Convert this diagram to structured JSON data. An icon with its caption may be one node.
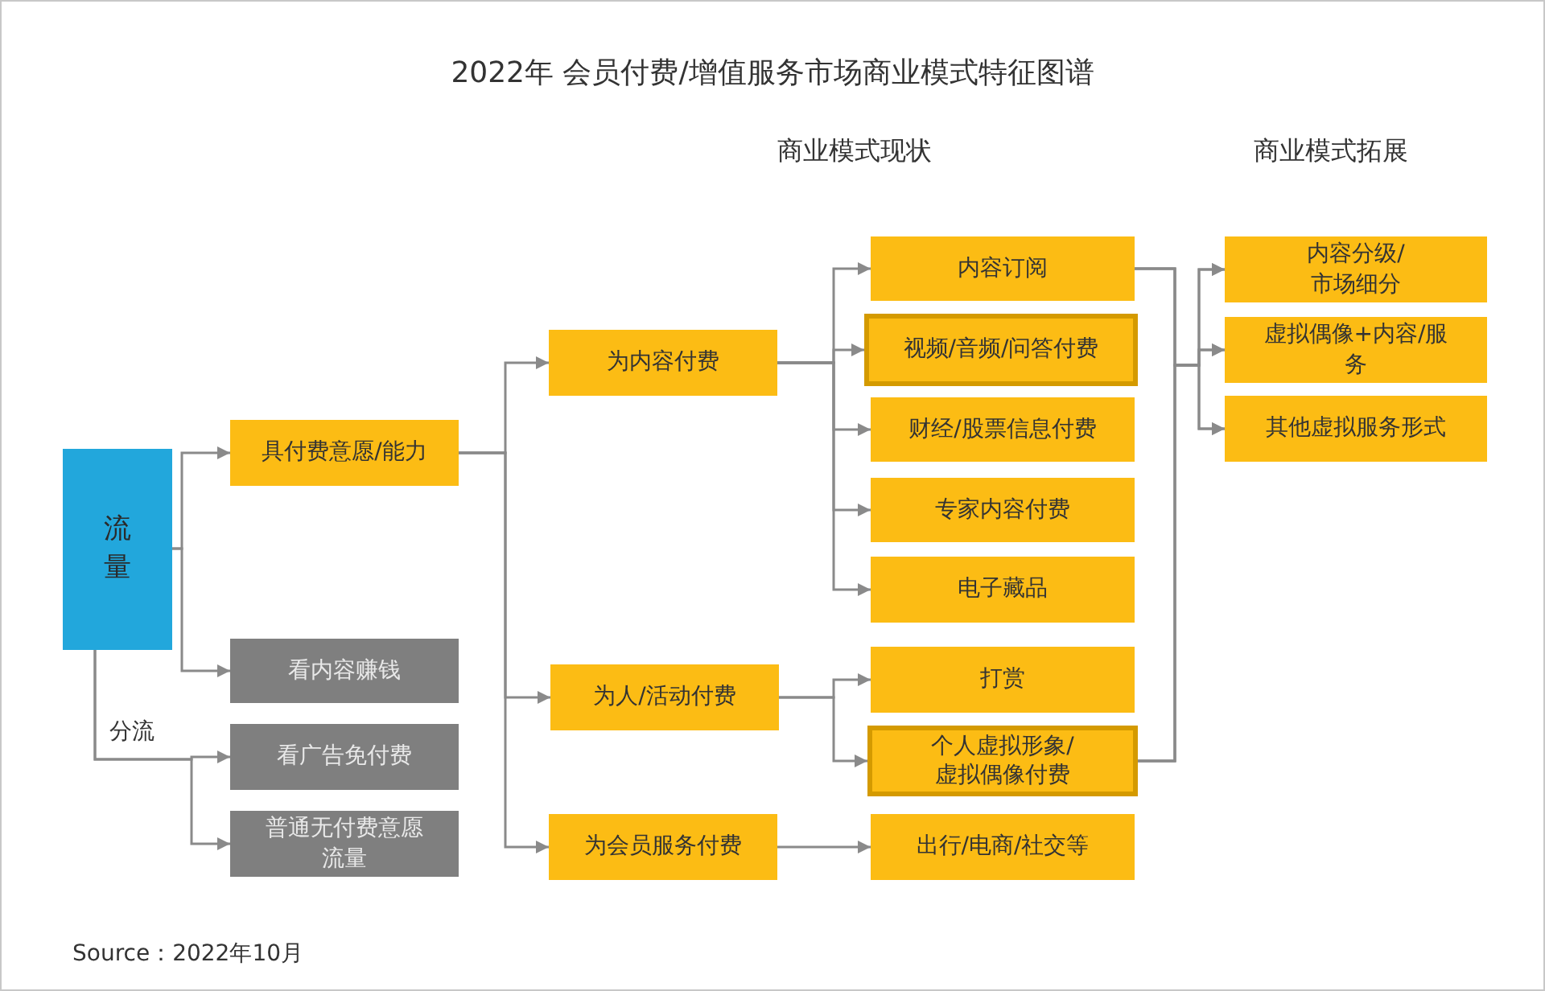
{
  "diagram": {
    "title": "2022年 会员付费/增值服务市场商业模式特征图谱",
    "nodes": [
      {
        "text": [
          "流量"
        ]
      },
      {
        "text": [
          "具付费意愿/能力"
        ]
      },
      {
        "text": [
          "看内容赚钱"
        ]
      },
      {
        "text": [
          "看广告免付费"
        ]
      },
      {
        "text": [
          "普通无付费意愿流量"
        ]
      },
      {
        "text": [
          "为内容付费"
        ]
      },
      {
        "text": [
          "为人/活动付费"
        ]
      },
      {
        "text": [
          "为会员服务付费"
        ]
      },
      {
        "text": [
          "内容订阅"
        ]
      },
      {
        "text": [
          "视频/音频/问答付费"
        ]
      },
      {
        "text": [
          "财经/股票信息付费"
        ]
      },
      {
        "text": [
          "专家内容付费"
        ]
      },
      {
        "text": [
          "电子藏品"
        ]
      },
      {
        "text": [
          "打赏"
        ]
      },
      {
        "text": [
          "个人虚拟形象/虚拟偶像付费"
        ]
      },
      {
        "text": [
          "出行/电商/社交等"
        ]
      },
      {
        "text": [
          "内容分级/市场细分"
        ]
      },
      {
        "text": [
          "虚拟偶像+内容/服务"
        ]
      },
      {
        "text": [
          "其他虚拟服务形式"
        ]
      }
    ],
    "edges": [
      {
        "from": 0,
        "to": 1,
        "arrow": "to"
      },
      {
        "from": 0,
        "to": 2,
        "arrow": "to"
      },
      {
        "from": 0,
        "to": 3,
        "arrow": "to",
        "label": "分流"
      },
      {
        "from": 0,
        "to": 4,
        "arrow": "to"
      },
      {
        "from": 1,
        "to": 5,
        "arrow": "to"
      },
      {
        "from": 1,
        "to": 6,
        "arrow": "to"
      },
      {
        "from": 1,
        "to": 7,
        "arrow": "to"
      },
      {
        "from": 5,
        "to": 8,
        "arrow": "to"
      },
      {
        "from": 5,
        "to": 9,
        "arrow": "to"
      },
      {
        "from": 5,
        "to": 10,
        "arrow": "to"
      },
      {
        "from": 5,
        "to": 11,
        "arrow": "to"
      },
      {
        "from": 5,
        "to": 12,
        "arrow": "to"
      },
      {
        "from": 6,
        "to": 13,
        "arrow": "to"
      },
      {
        "from": 6,
        "to": 14,
        "arrow": "to"
      },
      {
        "from": 7,
        "to": 15,
        "arrow": "to"
      },
      {
        "from": 8,
        "to": 16,
        "arrow": "to"
      },
      {
        "from": 8,
        "to": 17,
        "arrow": "to"
      },
      {
        "from": 8,
        "to": 18,
        "arrow": "to"
      },
      {
        "from": 14,
        "to": 16,
        "arrow": "to"
      },
      {
        "from": 14,
        "to": 17,
        "arrow": "to"
      },
      {
        "from": 14,
        "to": 18,
        "arrow": "to"
      }
    ],
    "labels": [
      "商业模式现状",
      "商业模式拓展",
      "Source：2022年10月"
    ]
  }
}
